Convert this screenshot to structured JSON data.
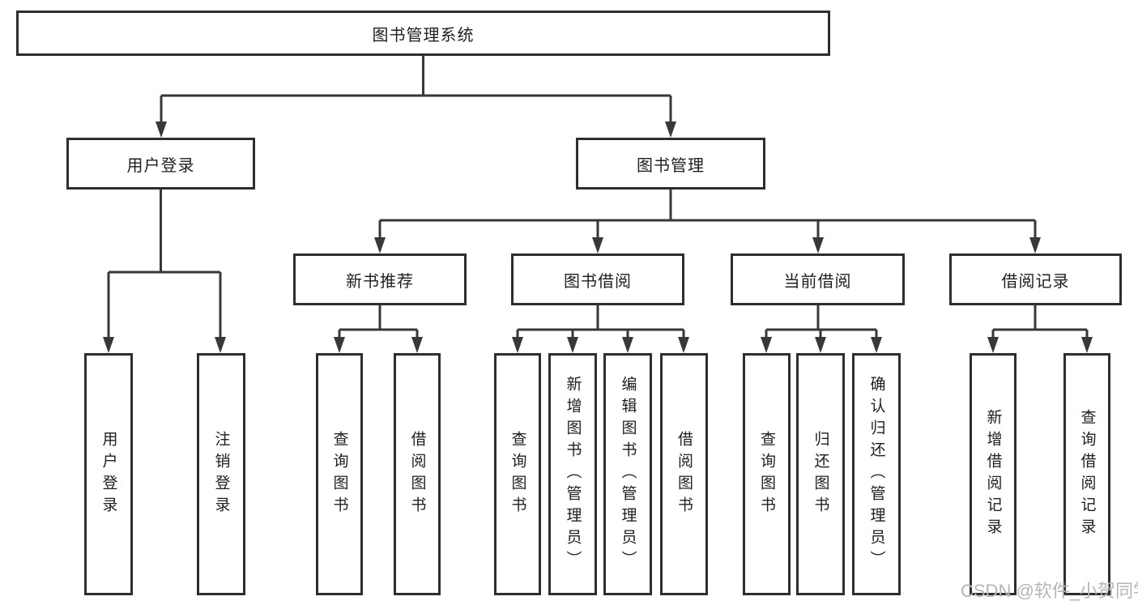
{
  "diagram": {
    "root": "图书管理系统",
    "level2": [
      "用户登录",
      "图书管理"
    ],
    "level3": [
      "新书推荐",
      "图书借阅",
      "当前借阅",
      "借阅记录"
    ],
    "leaves": {
      "login": [
        "用户登录",
        "注销登录"
      ],
      "new_book": [
        "查询图书",
        "借阅图书"
      ],
      "book_borrow": [
        "查询图书",
        "新增图书（管理员）",
        "编辑图书（管理员）",
        "借阅图书"
      ],
      "current_borrow": [
        "查询图书",
        "归还图书",
        "确认归还（管理员）"
      ],
      "borrow_records": [
        "新增借阅记录",
        "查询借阅记录"
      ]
    }
  },
  "watermark": "CSDN @软件_小贺同学",
  "colors": {
    "line": "#383838",
    "box_border": "#2e2e2e",
    "text": "#1f1f1f",
    "watermark": "#b5b5b5",
    "background": "#ffffff"
  }
}
